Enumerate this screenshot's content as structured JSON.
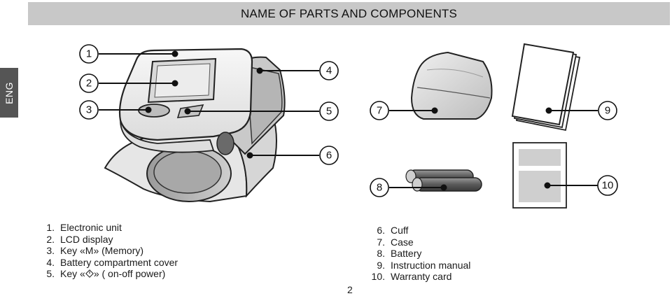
{
  "header": {
    "title": "NAME OF PARTS AND COMPONENTS"
  },
  "side_tab": {
    "label": "ENG"
  },
  "callouts": [
    "1",
    "2",
    "3",
    "4",
    "5",
    "6",
    "7",
    "8",
    "9",
    "10"
  ],
  "parts_left": [
    {
      "num": "1.",
      "label": "Electronic unit"
    },
    {
      "num": "2.",
      "label": "LCD display"
    },
    {
      "num": "3.",
      "label": "Key «M» (Memory)"
    },
    {
      "num": "4.",
      "label": "Battery compartment cover"
    },
    {
      "num": "5.",
      "label_prefix": "Key «",
      "icon": "power-key-icon",
      "label_suffix": "» ( on-off power)"
    }
  ],
  "parts_right": [
    {
      "num": "6.",
      "label": "Cuff"
    },
    {
      "num": "7.",
      "label": "Case"
    },
    {
      "num": "8.",
      "label": "Battery"
    },
    {
      "num": "9.",
      "label": "Instruction manual"
    },
    {
      "num": "10.",
      "label": "Warranty card"
    }
  ],
  "footer": {
    "page_number": "2"
  },
  "colors": {
    "title_bar": "#c8c8c8",
    "side_tab": "#555555",
    "device_gray": "#bdbdbd"
  }
}
